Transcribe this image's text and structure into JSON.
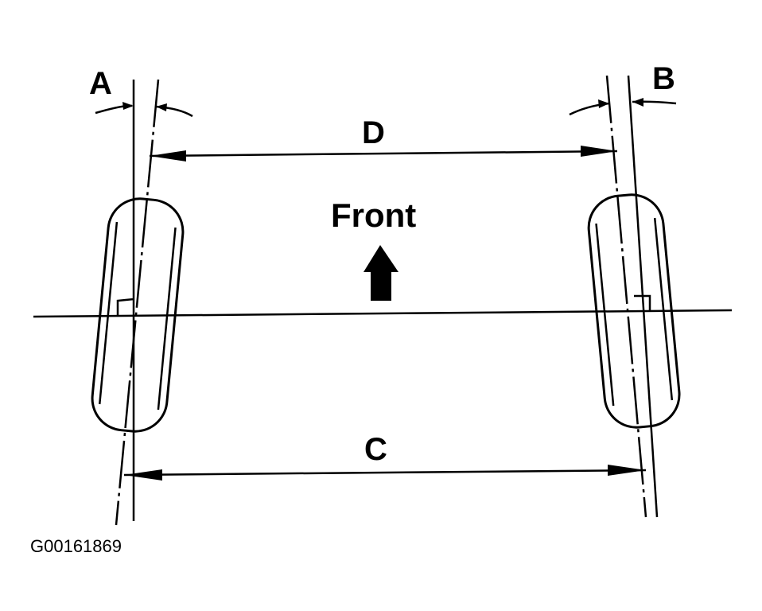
{
  "labels": {
    "angle_left": "A",
    "angle_right": "B",
    "front_distance": "D",
    "rear_distance": "C",
    "direction": "Front"
  },
  "figure_code": "G00161869",
  "colors": {
    "line": "#000000",
    "background": "#ffffff"
  }
}
